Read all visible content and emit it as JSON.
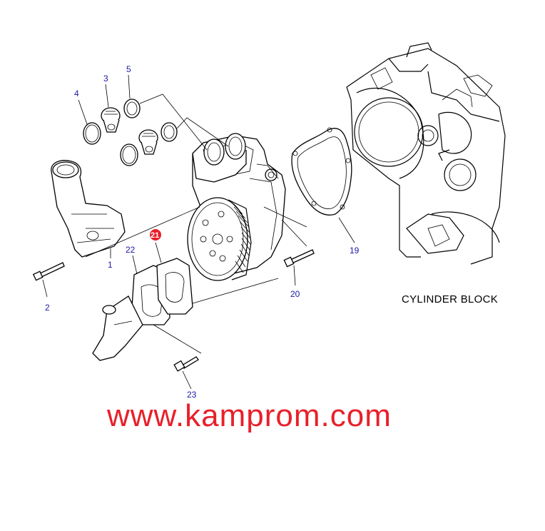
{
  "callouts": {
    "c1": "1",
    "c2": "2",
    "c3": "3",
    "c4": "4",
    "c5": "5",
    "c19": "19",
    "c20": "20",
    "c21": "21",
    "c22": "22",
    "c23": "23"
  },
  "labels": {
    "cylinder_block": "CYLINDER BLOCK"
  },
  "watermark": "www.kamprom.com",
  "colors": {
    "callout": "#1a1aa8",
    "highlight": "#e8202a",
    "watermark": "#e8202a"
  }
}
